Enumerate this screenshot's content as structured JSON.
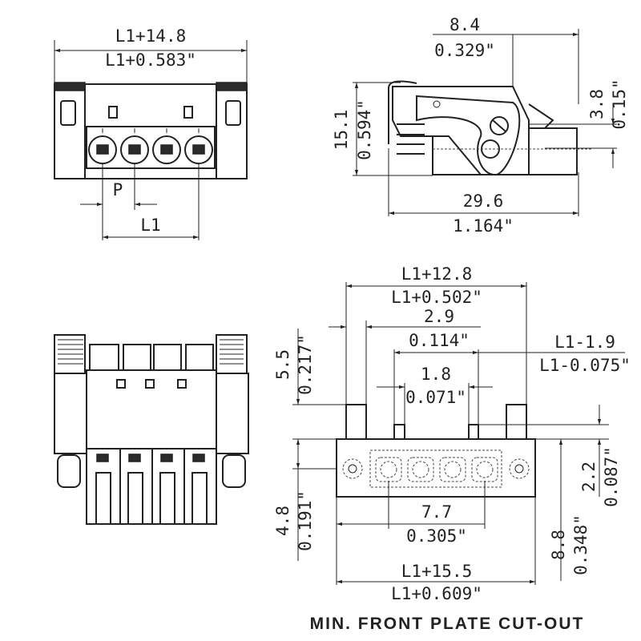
{
  "top_left_view": {
    "overall_mm": "L1+14.8",
    "overall_in": "L1+0.583\"",
    "pitch_label": "P",
    "length_label": "L1"
  },
  "top_right_view": {
    "width_mm": "8.4",
    "width_in": "0.329\"",
    "height_mm": "15.1",
    "height_in": "0.594\"",
    "offset_mm": "3.8",
    "offset_in": "0.15\"",
    "depth_mm": "29.6",
    "depth_in": "1.164\""
  },
  "cutout_view": {
    "width_mm": "L1+12.8",
    "width_in": "L1+0.502\"",
    "tab_mm": "2.9",
    "tab_in": "0.114\"",
    "span_mm": "L1-1.9",
    "span_in": "L1-0.075\"",
    "slot_mm": "1.8",
    "slot_in": "0.071\"",
    "tab_height_mm": "5.5",
    "tab_height_in": "0.217\"",
    "lower_mm": "4.8",
    "lower_in": "0.191\"",
    "side_mm": "2.2",
    "side_in": "0.087\"",
    "hole_mm": "7.7",
    "hole_in": "0.305\"",
    "total_height_mm": "8.8",
    "total_height_in": "0.348\"",
    "total_width_mm": "L1+15.5",
    "total_width_in": "L1+0.609\""
  },
  "caption": "MIN. FRONT PLATE CUT-OUT"
}
